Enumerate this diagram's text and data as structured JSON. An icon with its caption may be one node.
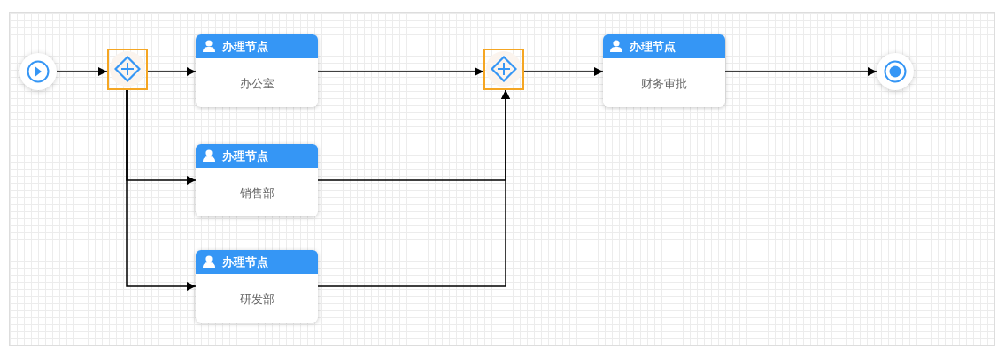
{
  "diagram": {
    "nodes": [
      {
        "text": [],
        "shape": "circle"
      },
      {
        "text": [],
        "shape": "diamond"
      },
      {
        "text": [
          "办理节点",
          "办公室"
        ]
      },
      {
        "text": [
          "办理节点",
          "销售部"
        ]
      },
      {
        "text": [
          "办理节点",
          "研发部"
        ]
      },
      {
        "text": [],
        "shape": "diamond"
      },
      {
        "text": [
          "办理节点",
          "财务审批"
        ]
      },
      {
        "text": [],
        "shape": "circle"
      }
    ],
    "edges": [
      {
        "from": 0,
        "to": 1,
        "arrow": "to"
      },
      {
        "from": 1,
        "to": 2,
        "arrow": "to"
      },
      {
        "from": 1,
        "to": 3,
        "arrow": "to"
      },
      {
        "from": 1,
        "to": 4,
        "arrow": "to"
      },
      {
        "from": 2,
        "to": 5,
        "arrow": "to"
      },
      {
        "from": 3,
        "to": 5,
        "arrow": "to"
      },
      {
        "from": 4,
        "to": 5,
        "arrow": "to"
      },
      {
        "from": 5,
        "to": 6,
        "arrow": "to"
      },
      {
        "from": 6,
        "to": 7,
        "arrow": "to"
      }
    ]
  }
}
